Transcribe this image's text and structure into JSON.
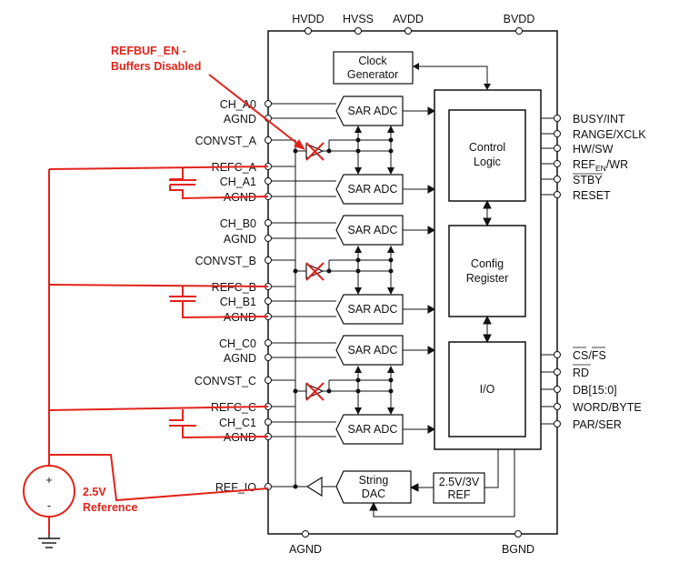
{
  "top_pins": [
    "HVDD",
    "HVSS",
    "AVDD",
    "BVDD"
  ],
  "bottom_pins": [
    "AGND",
    "BGND"
  ],
  "left_pins": [
    "CH_A0",
    "AGND",
    "CONVST_A",
    "REFC_A",
    "CH_A1",
    "AGND",
    "CH_B0",
    "AGND",
    "CONVST_B",
    "REFC_B",
    "CH_B1",
    "AGND",
    "CH_C0",
    "AGND",
    "CONVST_C",
    "REFC_C",
    "CH_C1",
    "AGND",
    "REF_IO"
  ],
  "right_pins_top": [
    "BUSY/INT",
    "RANGE/XCLK",
    "HW/SW",
    "/WR",
    "STBY",
    "RESET"
  ],
  "ref_en_main": "REF",
  "ref_en_sub": "EN",
  "right_pins_bottom": [
    "/FS",
    "RD",
    "DB[15:0]",
    "WORD/BYTE",
    "PAR/SER"
  ],
  "cs_label": "CS",
  "blocks": {
    "clock_line1": "Clock",
    "clock_line2": "Generator",
    "sar_adc": "SAR ADC",
    "control_line1": "Control",
    "control_line2": "Logic",
    "config_line1": "Config",
    "config_line2": "Register",
    "io": "I/O",
    "string_line1": "String",
    "string_line2": "DAC",
    "ref_line1": "2.5V/3V",
    "ref_line2": "REF"
  },
  "annotations": {
    "refbuf_line1": "REFBUF_EN -",
    "refbuf_line2": "Buffers Disabled",
    "ref_line1": "2.5V",
    "ref_line2": "Reference",
    "plus": "+",
    "minus": "-"
  },
  "colors": {
    "annotation": "#e2231a",
    "ink": "#111111"
  }
}
